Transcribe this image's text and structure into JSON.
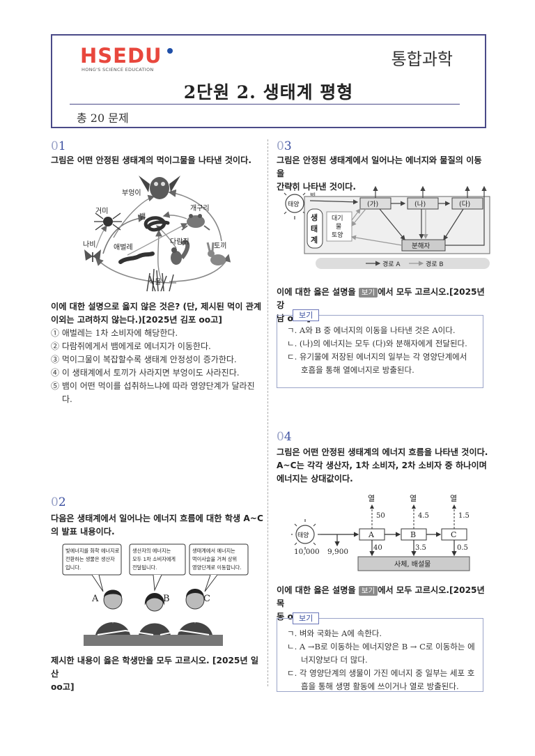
{
  "header": {
    "logo_text": "HSEDU",
    "logo_subtitle": "HONG'S SCIENCE EDUCATION",
    "subject": "통합과학",
    "unit_title": "2단원 2. 생태계 평형",
    "total": "총 20 문제"
  },
  "colors": {
    "accent": "#4a4a88",
    "logo_red": "#e8473d",
    "qnum_blue": "#3b4fa0"
  },
  "q1": {
    "num_prefix": "0",
    "num_digit": "1",
    "intro": "그림은 어떤 안정된 생태계의 먹이그물을 나타낸 것이다.",
    "figure": {
      "labels": [
        "부엉이",
        "거미",
        "뱀",
        "개구리",
        "나비",
        "애벌레",
        "다람쥐",
        "토끼",
        "식물"
      ]
    },
    "question_l1": "이에 대한 설명으로 옳지 않은 것은? (단, 제시된 먹이 관계",
    "question_l2": "이외는 고려하지 않는다.)[2025년 김포 oo고]",
    "choices": [
      "① 애벌레는 1차 소비자에 해당한다.",
      "② 다람쥐에게서 뱀에게로 에너지가 이동한다.",
      "③ 먹이그물이 복잡할수록 생태계 안정성이 증가한다.",
      "④ 이 생태계에서 토끼가 사라지면 부엉이도 사라진다.",
      "⑤ 뱀이 어떤 먹이를 섭취하느냐에 따라 영양단계가 달라진다."
    ]
  },
  "q2": {
    "num_prefix": "0",
    "num_digit": "2",
    "intro_l1": "다음은 생태계에서 일어나는 에너지 흐름에 대한 학생 A~C",
    "intro_l2": "의 발표 내용이다.",
    "bubbles": {
      "a": [
        "빛에너지를 화학 에너지로",
        "전환하는 생물은 생산자",
        "입니다."
      ],
      "b": [
        "생산자의 에너지는",
        "모두 1차 소비자에게",
        "전달됩니다."
      ],
      "c": [
        "생태계에서 에너지는",
        "먹이사슬을 거쳐 상위",
        "영양단계로 이동합니다."
      ]
    },
    "students": [
      "A",
      "B",
      "C"
    ],
    "question_l1": "제시한 내용이 옳은 학생만을 모두 고르시오. [2025년 일산",
    "question_l2": "oo고]"
  },
  "q3": {
    "num_prefix": "0",
    "num_digit": "3",
    "intro_l1": "그림은 안정된 생태계에서 일어나는 에너지와 물질의 이동을",
    "intro_l2": "간략히 나타낸 것이다.",
    "figure": {
      "sun": "태양",
      "light": "빛",
      "ecosystem": [
        "생",
        "태",
        "계"
      ],
      "atmosphere": [
        "대기",
        "물",
        "토양"
      ],
      "boxes": [
        "(가)",
        "(나)",
        "(다)"
      ],
      "decomposer": "분해자",
      "legend_a": "경로 A",
      "legend_b": "경로 B"
    },
    "question_pre": "이에 대한 옳은 설명을 ",
    "question_tag": "보기",
    "question_post_l1": "에서 모두 고르시오.[2025년 강",
    "question_l2": "남 oo고]",
    "bogi_label": "보기",
    "items": [
      "ㄱ. A와 B 중 에너지의 이동을 나타낸 것은 A이다.",
      "ㄴ. (나)의 에너지는 모두 (다)와 분해자에게 전달된다.",
      "ㄷ. 유기물에 저장된 에너지의 일부는 각 영양단계에서 호흡을 통해 열에너지로 방출된다."
    ]
  },
  "q4": {
    "num_prefix": "0",
    "num_digit": "4",
    "intro_l1": "그림은 어떤 안정된 생태계의 에너지 흐름을 나타낸 것이다.",
    "intro_l2": "A~C는 각각 생산자, 1차 소비자, 2차 소비자 중 하나이며",
    "intro_l3": "에너지는 상대값이다.",
    "figure": {
      "heat": "열",
      "sun": "태양",
      "nodes": [
        "A",
        "B",
        "C"
      ],
      "heat_values": [
        "50",
        "4.5",
        "1.5"
      ],
      "down_values": [
        "40",
        "3.5",
        "0.5"
      ],
      "sun_energy": "10,000",
      "reflected": "9,900",
      "dead": "사체, 배설물"
    },
    "question_pre": "이에 대한 옳은 설명을 ",
    "question_tag": "보기",
    "question_post_l1": "에서 모두 고르시오.[2025년 목",
    "question_l2": "동 oo고]",
    "bogi_label": "보기",
    "items": [
      "ㄱ. 벼와 국화는 A에 속한다.",
      "ㄴ. A →B로 이동하는 에너지양은 B → C로 이동하는 에너지양보다 더 많다.",
      "ㄷ. 각 영양단계의 생물이 가진 에너지 중 일부는 세포 호흡을 통해 생명 활동에 쓰이거나 열로 방출된다."
    ]
  }
}
